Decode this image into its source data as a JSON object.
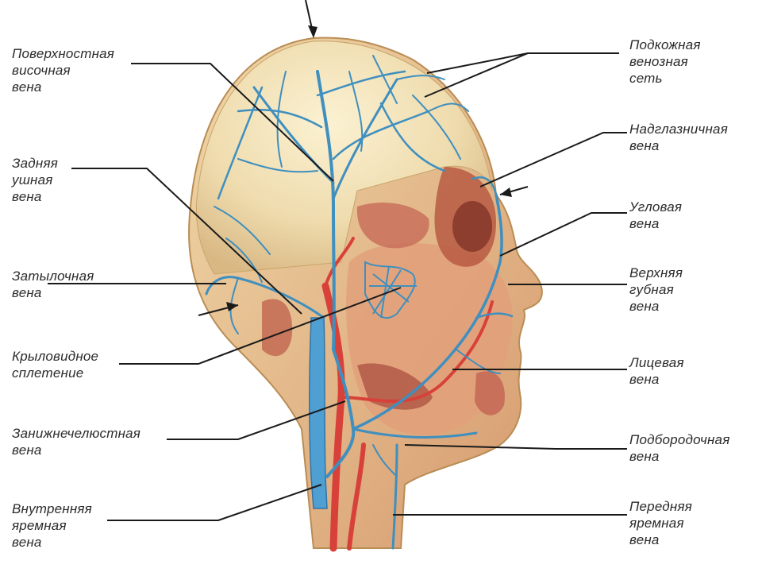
{
  "labels": {
    "superficial_temporal": "Поверхностная\nвисочная\nвена",
    "posterior_auricular": "Задняя\nушная\nвена",
    "occipital": "Затылочная\nвена",
    "pterygoid_plexus": "Крыловидное\nсплетение",
    "retromandibular": "Занижнечелюстная\nвена",
    "internal_jugular": "Внутренняя\nяремная\nвена",
    "subcutaneous_network": "Подкожная\nвенозная\nсеть",
    "supraorbital": "Надглазничная\nвена",
    "angular": "Угловая\nвена",
    "superior_labial": "Верхняя\nгубная\nвена",
    "facial": "Лицевая\nвена",
    "submental": "Подбородочная\nвена",
    "anterior_jugular": "Передняя\nяремная\nвена"
  },
  "colors": {
    "vein": "#3f8fbf",
    "artery": "#d8413a",
    "muscle": "#d9826a",
    "skull": "#f3e3b8",
    "leader": "#1a1a1a"
  }
}
